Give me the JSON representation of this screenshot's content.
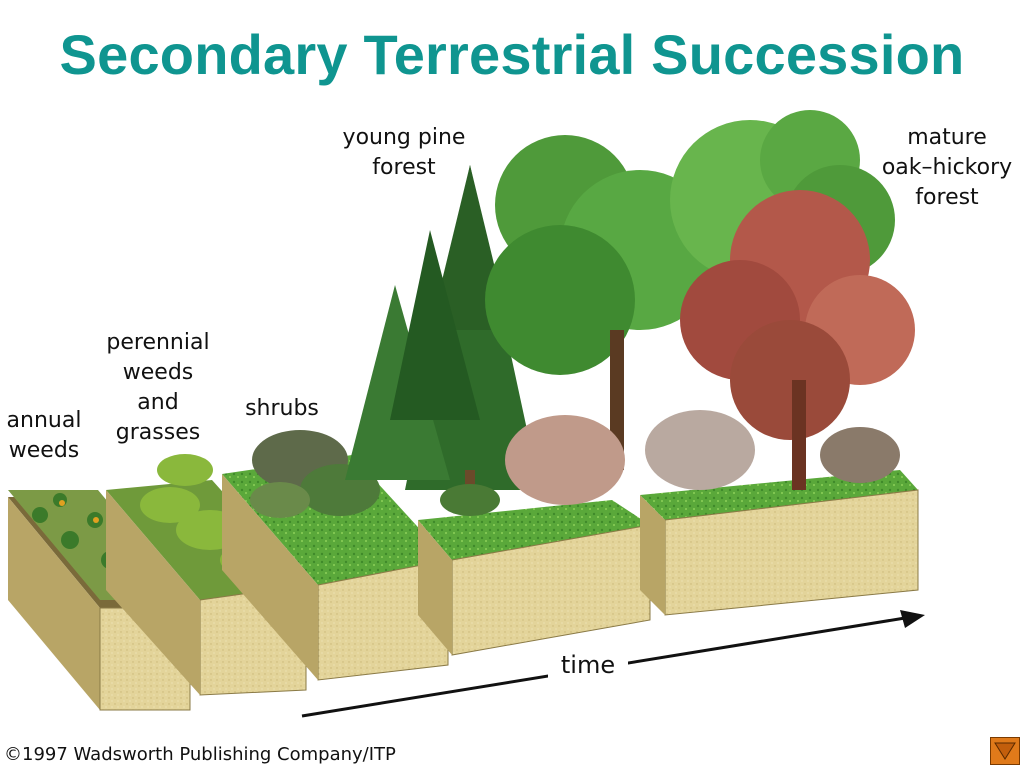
{
  "slide": {
    "title": "Secondary Terrestrial Succession"
  },
  "stages": [
    {
      "label": "annual\nweeds"
    },
    {
      "label": "perennial\nweeds\nand\ngrasses"
    },
    {
      "label": "shrubs"
    },
    {
      "label": "young pine\nforest"
    },
    {
      "label": "mature\noak–hickory\nforest"
    }
  ],
  "time_axis": {
    "label": "time"
  },
  "copyright": "©1997 Wadsworth Publishing Company/ITP",
  "colors": {
    "title": "#0f9590",
    "soil": "#e3d49a",
    "grass": "#5aa83a",
    "pine": "#2f6b2a",
    "oak": "#4f9a3a",
    "hickory": "#b3584a",
    "nav_button": "#e07a1a"
  },
  "nav": {
    "icon": "down-triangle-icon"
  }
}
